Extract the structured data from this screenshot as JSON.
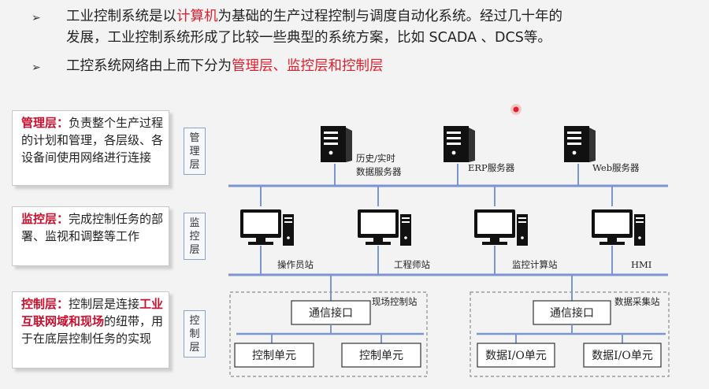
{
  "bullets": [
    {
      "mark": "➢",
      "line1_a": "工业控制系统是以",
      "line1_red": "计算机",
      "line1_b": "为基础的生产过程控制与调度自动化系统。经过几十年的",
      "line2": "发展，工业控制系统形成了比较一些典型的系统方案，比如 SCADA 、DCS等。"
    },
    {
      "mark": "➢",
      "text_a": "工控系统网络由上而下分为",
      "text_red": "管理层、监控层和控制层"
    }
  ],
  "desc_boxes": {
    "management": {
      "head": "管理层：",
      "body": "负责整个生产过程的计划和管理，各层级、各设备间使用网络进行连接"
    },
    "monitoring": {
      "head": "监控层：",
      "body": "完成控制任务的部署、监视和调整等工作"
    },
    "control": {
      "head": "控制层：",
      "body_a": "控制层是连接",
      "body_hl": "工业互联网域和现场",
      "body_b": "的纽带，用于在底层控制任务的实现"
    }
  },
  "layer_tags": {
    "management": [
      "管",
      "理",
      "层"
    ],
    "monitoring": [
      "监",
      "控",
      "层"
    ],
    "control": [
      "控",
      "制",
      "层"
    ]
  },
  "servers": [
    {
      "label_1": "历史/实时",
      "label_2": "数据服务器"
    },
    {
      "label_1": "ERP服务器",
      "label_2": ""
    },
    {
      "label_1": "Web服务器",
      "label_2": ""
    }
  ],
  "workstations": [
    {
      "label": "操作员站"
    },
    {
      "label": "工程师站"
    },
    {
      "label": "监控计算站"
    },
    {
      "label": "HMI"
    }
  ],
  "control_stations": [
    {
      "title": "现场控制站",
      "interface": "通信接口",
      "units": [
        "控制单元",
        "控制单元"
      ]
    },
    {
      "title": "数据采集站",
      "interface": "通信接口",
      "units": [
        "数据I/O单元",
        "数据I/O单元"
      ]
    }
  ],
  "colors": {
    "bus": "#7b95cf",
    "accent_red": "#e0202e",
    "device": "#111111"
  },
  "icons": [
    "server-icon",
    "workstation-icon",
    "record-dot-icon"
  ]
}
